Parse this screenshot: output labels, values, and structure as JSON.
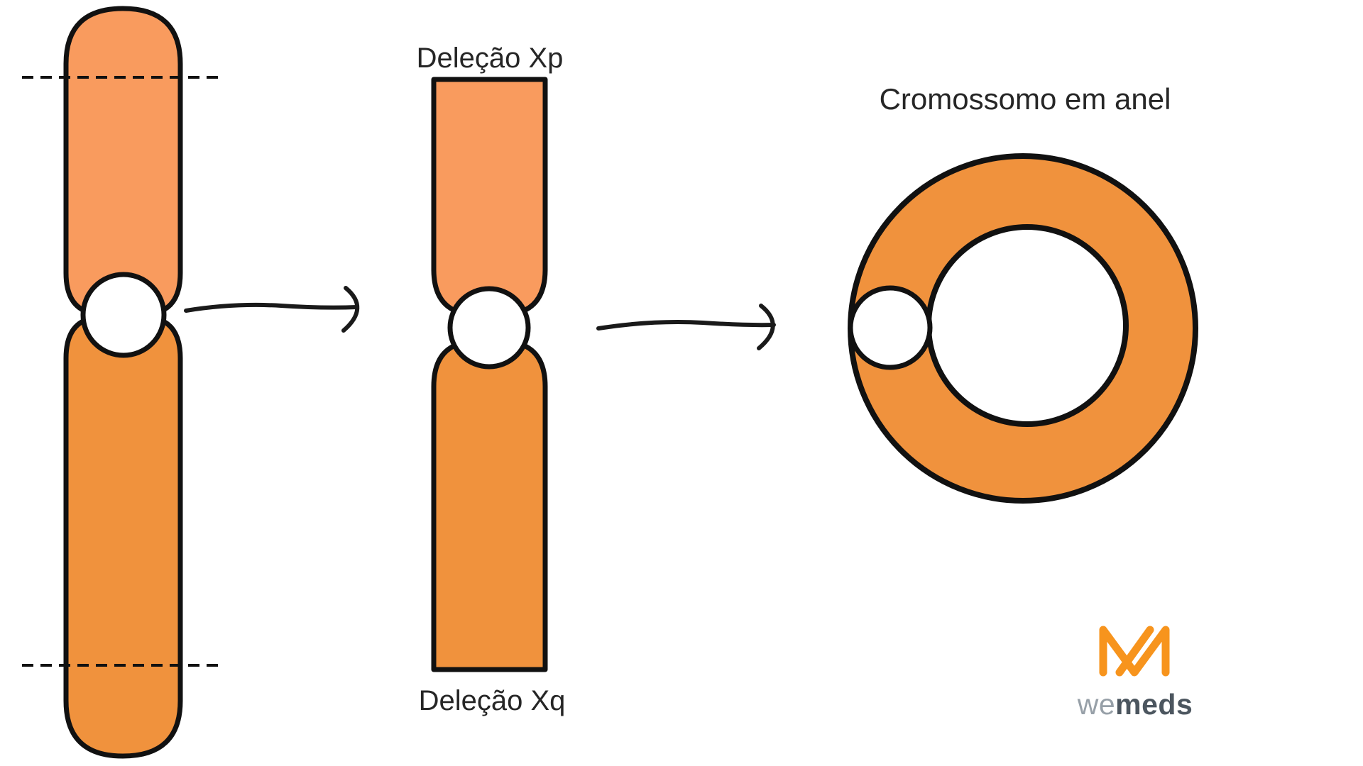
{
  "labels": {
    "deletion_xp": "Deleção Xp",
    "deletion_xq": "Deleção Xq",
    "ring_chromosome": "Cromossomo em anel"
  },
  "logo": {
    "we": "we",
    "meds": "meds"
  },
  "colors": {
    "arm_light": "#F99B5E",
    "arm_dark": "#F0923D",
    "ring_fill": "#F0923D",
    "centromere_fill": "#FFFFFF",
    "outline": "#111111",
    "arrow": "#1A1A1A",
    "logo_orange": "#F7941D",
    "logo_we_gray": "#97A0A8",
    "logo_meds_dark": "#4C565F"
  }
}
